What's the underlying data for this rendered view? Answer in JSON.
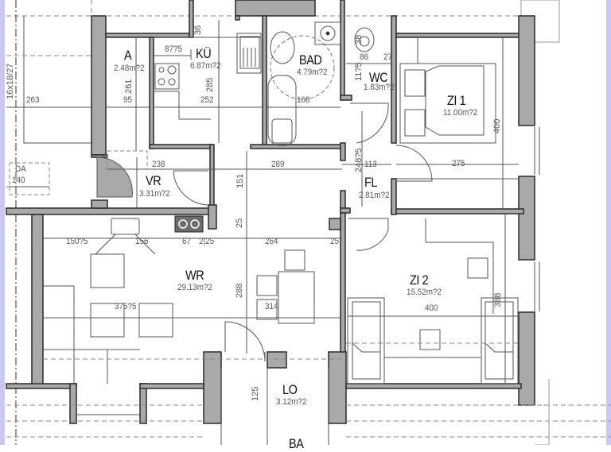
{
  "plan": {
    "colors": {
      "wall_fill": "#a9a9a9",
      "wall_stroke": "#2a2a2a",
      "line": "#555555",
      "dash": "#8a8a8a",
      "background": "#ffffff",
      "edge": "#c8c8f2"
    },
    "rooms": [
      {
        "id": "a",
        "name": "A",
        "area": "2.48m?2"
      },
      {
        "id": "kue",
        "name": "KÜ",
        "area": "6.87m?2"
      },
      {
        "id": "bad",
        "name": "BAD",
        "area": "4.79m?2"
      },
      {
        "id": "wc",
        "name": "WC",
        "area": "1.83m?2"
      },
      {
        "id": "zi1",
        "name": "ZI 1",
        "area": "11.00m?2"
      },
      {
        "id": "vr",
        "name": "VR",
        "area": "3.31m?2"
      },
      {
        "id": "fl",
        "name": "FL",
        "area": "2.81m?2"
      },
      {
        "id": "wr",
        "name": "WR",
        "area": "29.13m?2"
      },
      {
        "id": "zi2",
        "name": "ZI 2",
        "area": "15.52m?2"
      },
      {
        "id": "lo",
        "name": "LO",
        "area": "3.12m?2"
      }
    ],
    "dimensions": {
      "stair": "16x18/27",
      "d263": "263",
      "d261": "261",
      "d95": "95",
      "d8795": "87?5",
      "d36": "36",
      "d285": "285",
      "d252": "252",
      "d168": "168",
      "d1175": "11?5",
      "d86": "86",
      "d27": "27",
      "d38": "38",
      "d400a": "400",
      "d275": "275",
      "d238": "238",
      "d289": "289",
      "d151": "151",
      "d24875": "248?5",
      "d113": "113",
      "d25a": "25",
      "d15025": "150?5",
      "d156": "156",
      "d67": "67",
      "d225": "2|25",
      "d264": "264",
      "d25b": "25",
      "d288": "288",
      "d37525": "375?5",
      "d314": "314",
      "d400b": "400",
      "d388": "388",
      "d125": "125",
      "da": "DA",
      "d140": "140",
      "ba": "BA"
    }
  }
}
